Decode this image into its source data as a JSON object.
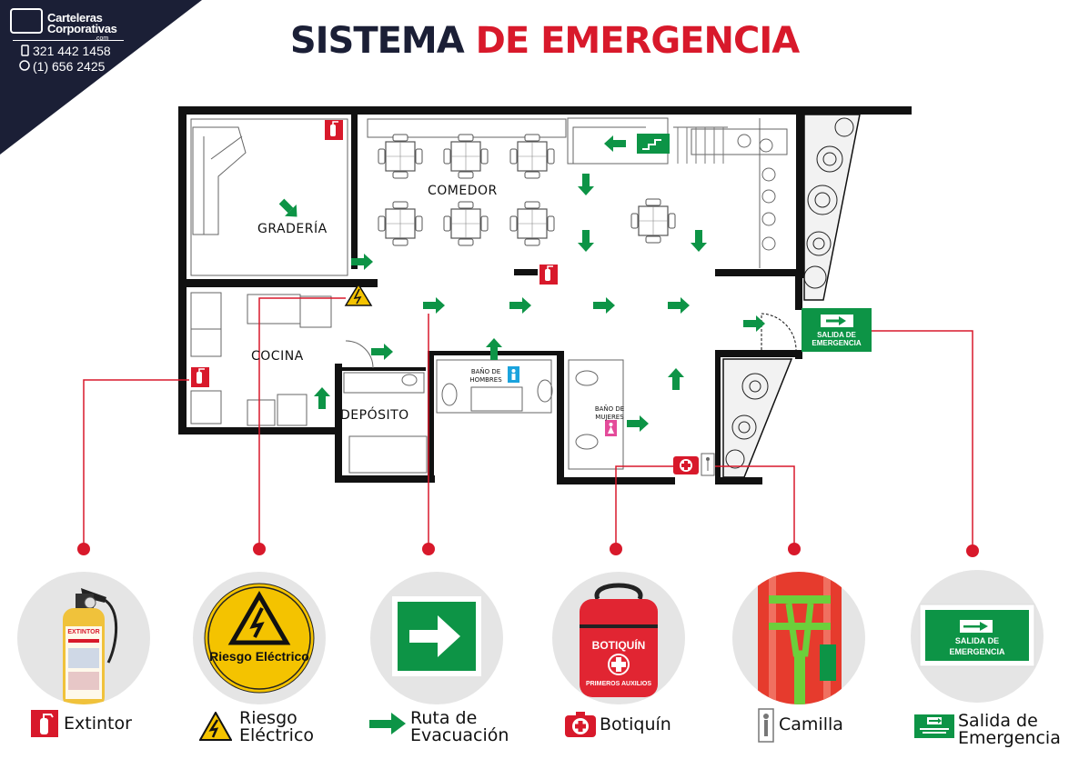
{
  "brand": {
    "name_line1": "Carteleras",
    "name_line2": "Corporativas",
    "domain": ".com",
    "phone1": "321 442 1458",
    "phone2": "(1) 656 2425"
  },
  "title": {
    "part1": "SISTEMA",
    "part2": "DE EMERGENCIA"
  },
  "rooms": {
    "graderia": "GRADERÍA",
    "comedor": "COMEDOR",
    "cocina": "COCINA",
    "deposito": "DEPÓSITO",
    "bano_hombres": "BAÑO DE HOMBRES",
    "bano_mujeres": "BAÑO DE MUJERES"
  },
  "plan_exit_sign": {
    "line1": "SALIDA DE",
    "line2": "EMERGENCIA"
  },
  "legend": [
    {
      "icon": "fire-extinguisher-icon",
      "label": "Extintor"
    },
    {
      "icon": "electrical-hazard-icon",
      "label": "Riesgo Eléctrico"
    },
    {
      "icon": "arrow-right-icon",
      "label": "Ruta de Evacuación"
    },
    {
      "icon": "first-aid-icon",
      "label": "Botiquín"
    },
    {
      "icon": "stretcher-icon",
      "label": "Camilla"
    },
    {
      "icon": "exit-sign-icon",
      "label": "Salida de Emergencia"
    }
  ],
  "photo_text": {
    "hazard_sign": "Riesgo Eléctrico",
    "kit_bag": "BOTIQUÍN",
    "kit_bag_sub": "PRIMEROS AUXILIOS",
    "exit_sign_line1": "SALIDA DE",
    "exit_sign_line2": "EMERGENCIA",
    "extinguisher": "EXTINTOR"
  },
  "colors": {
    "navy": "#1b1f36",
    "red": "#d8192b",
    "green": "#0d9446",
    "wall": "#111111"
  }
}
